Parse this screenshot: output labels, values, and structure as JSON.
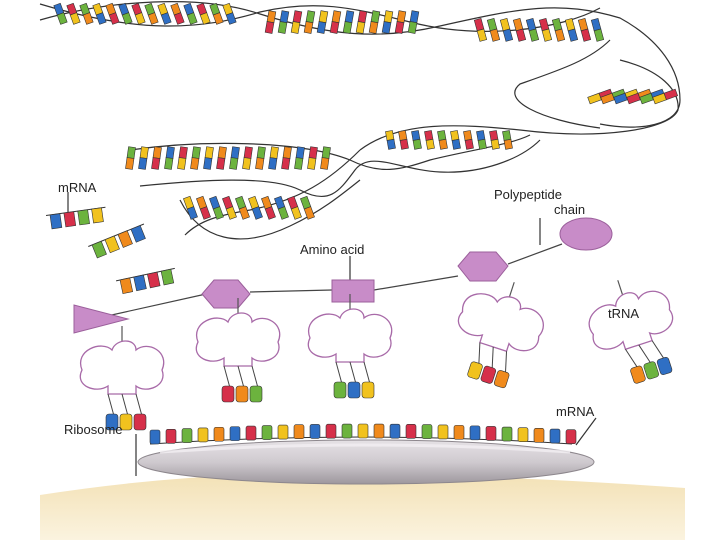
{
  "labels": {
    "mrna_top": "mRNA",
    "polypeptide_line1": "Polypeptide",
    "polypeptide_line2": "chain",
    "amino_acid": "Amino acid",
    "trna": "tRNA",
    "ribosome": "Ribosome",
    "mrna_bottom": "mRNA"
  },
  "colors": {
    "background": "#ffffff",
    "blue": "#2f6fc4",
    "red": "#d6304a",
    "green": "#6cb33e",
    "yellow": "#f1c21e",
    "orange": "#f08a1c",
    "amino": "#c88cc8",
    "amino_dark": "#9b5f9b",
    "trna_outline": "#a86aa8",
    "ribosome": "#cfcbcf",
    "floor": "#f4e5bf",
    "line": "#333333"
  }
}
